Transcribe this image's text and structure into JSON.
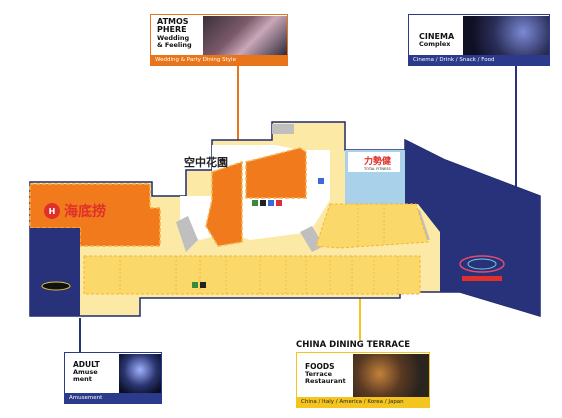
{
  "callouts": {
    "atmosphere": {
      "title_lines": [
        "ATMOS",
        "PHERE",
        "Wedding",
        "& Feeling"
      ],
      "bar_text": "Wedding & Party Dining Style",
      "color": "#e8751a"
    },
    "cinema": {
      "title_lines": [
        "CINEMA",
        "Complex"
      ],
      "bar_text": "Cinema / Drink / Snack / Food",
      "color": "#2b3a8a"
    },
    "adult": {
      "title_lines": [
        "ADULT",
        "Amuse",
        "ment"
      ],
      "bar_text": "Amusement",
      "color": "#2b3a8a"
    },
    "foods": {
      "header": "CHINA DINING TERRACE",
      "title_lines": [
        "FOODS",
        "Terrace",
        "Restaurant"
      ],
      "bar_text": "China / Italy / America / Korea / Japan",
      "color": "#f5c51f"
    }
  },
  "map": {
    "garden_label": "空中花園",
    "hotpot_label": "海底捞",
    "fitness_label": "力勢健",
    "fitness_sub": "TOTAL FITNESS",
    "colors": {
      "orange": "#f07a1c",
      "yellow": "#fbd86a",
      "light_yellow": "#fde9a6",
      "navy": "#27327a",
      "light_blue": "#a9d2ea",
      "gray": "#bfbfbf"
    }
  }
}
